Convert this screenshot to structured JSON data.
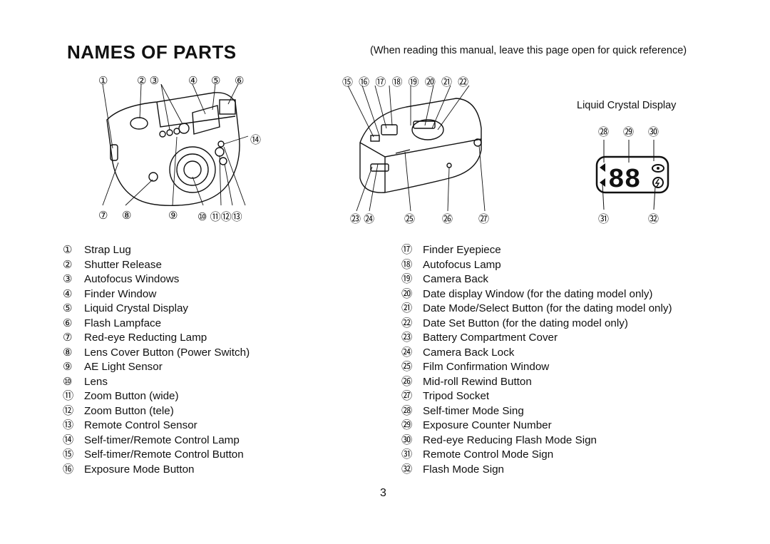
{
  "header": {
    "title": "NAMES OF PARTS",
    "note": "(When reading this manual, leave this page open for quick reference)"
  },
  "front_view": {
    "top_numbers": [
      "①",
      "② ③",
      "④",
      "⑤",
      "⑥"
    ],
    "side_number": "⑭",
    "bottom_numbers": [
      "⑦",
      "⑧",
      "⑨",
      "⑩ ⑪⑫⑬"
    ]
  },
  "back_view": {
    "top_numbers": "⑮ ⑯ ⑰ ⑱ ⑲ ⑳ ㉑ ㉒",
    "bottom_numbers": [
      "㉓ ㉔",
      "㉕",
      "㉖",
      "㉗"
    ]
  },
  "lcd": {
    "title": "Liquid Crystal Display",
    "top_numbers": [
      "㉘",
      "㉙",
      "㉚"
    ],
    "bottom_numbers": [
      "㉛",
      "㉜"
    ],
    "counter": "88"
  },
  "parts_left": [
    {
      "num": "①",
      "name": "Strap Lug"
    },
    {
      "num": "②",
      "name": "Shutter Release"
    },
    {
      "num": "③",
      "name": "Autofocus Windows"
    },
    {
      "num": "④",
      "name": "Finder Window"
    },
    {
      "num": "⑤",
      "name": "Liquid Crystal Display"
    },
    {
      "num": "⑥",
      "name": "Flash Lampface"
    },
    {
      "num": "⑦",
      "name": "Red-eye Reducting Lamp"
    },
    {
      "num": "⑧",
      "name": "Lens Cover Button (Power Switch)"
    },
    {
      "num": "⑨",
      "name": "AE Light Sensor"
    },
    {
      "num": "⑩",
      "name": "Lens"
    },
    {
      "num": "⑪",
      "name": "Zoom Button (wide)"
    },
    {
      "num": "⑫",
      "name": "Zoom Button (tele)"
    },
    {
      "num": "⑬",
      "name": "Remote Control Sensor"
    },
    {
      "num": "⑭",
      "name": "Self-timer/Remote Control Lamp"
    },
    {
      "num": "⑮",
      "name": "Self-timer/Remote Control Button"
    },
    {
      "num": "⑯",
      "name": "Exposure Mode Button"
    }
  ],
  "parts_right": [
    {
      "num": "⑰",
      "name": "Finder Eyepiece"
    },
    {
      "num": "⑱",
      "name": "Autofocus Lamp"
    },
    {
      "num": "⑲",
      "name": "Camera Back"
    },
    {
      "num": "⑳",
      "name": "Date display Window (for the dating model only)"
    },
    {
      "num": "㉑",
      "name": "Date Mode/Select Button (for the dating model only)"
    },
    {
      "num": "㉒",
      "name": "Date Set Button (for the dating model only)"
    },
    {
      "num": "㉓",
      "name": "Battery Compartment Cover"
    },
    {
      "num": "㉔",
      "name": "Camera Back Lock"
    },
    {
      "num": "㉕",
      "name": "Film Confirmation Window"
    },
    {
      "num": "㉖",
      "name": "Mid-roll Rewind Button"
    },
    {
      "num": "㉗",
      "name": "Tripod Socket"
    },
    {
      "num": "㉘",
      "name": "Self-timer Mode Sing"
    },
    {
      "num": "㉙",
      "name": "Exposure Counter Number"
    },
    {
      "num": "㉚",
      "name": "Red-eye Reducing Flash Mode Sign"
    },
    {
      "num": "㉛",
      "name": "Remote Control Mode Sign"
    },
    {
      "num": "㉜",
      "name": "Flash Mode Sign"
    }
  ],
  "footer": {
    "page_number": "3"
  }
}
